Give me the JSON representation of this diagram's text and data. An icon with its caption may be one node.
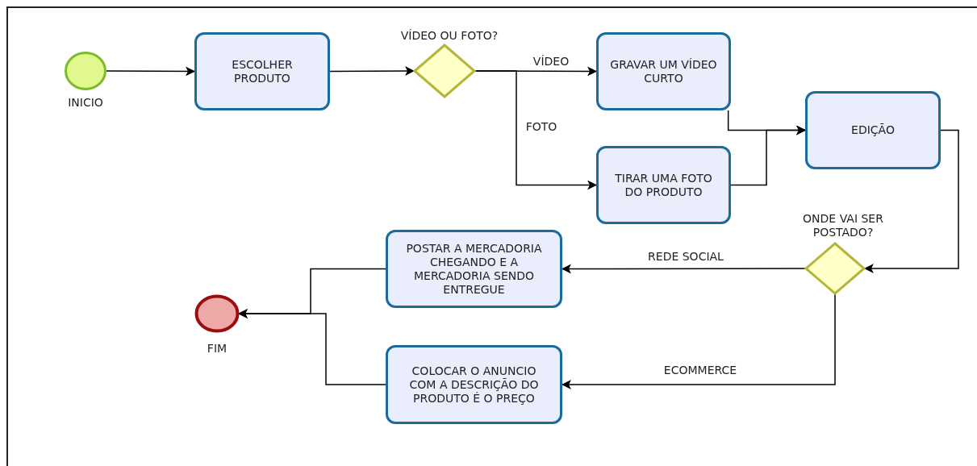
{
  "diagram": {
    "nodes": [
      {
        "text": [],
        "shape": "circle",
        "beside": [
          "INICIO"
        ]
      },
      {
        "text": [
          "ESCOLHER PRODUTO"
        ]
      },
      {
        "text": [],
        "shape": "diamond",
        "beside": [
          "VÍDEO OU FOTO?"
        ]
      },
      {
        "text": [
          "GRAVAR UM VÍDEO CURTO"
        ]
      },
      {
        "text": [
          "TIRAR UMA FOTO DO PRODUTO"
        ]
      },
      {
        "text": [
          "EDIÇÃO"
        ]
      },
      {
        "text": [],
        "shape": "diamond",
        "beside": [
          "ONDE VAI SER POSTADO?"
        ]
      },
      {
        "text": [
          "POSTAR A MERCADORIA CHEGANDO E A MERCADORIA SENDO ENTREGUE"
        ]
      },
      {
        "text": [
          "COLOCAR O ANUNCIO COM A DESCRIÇÃO DO PRODUTO É O PREÇO"
        ]
      },
      {
        "text": [],
        "shape": "circle",
        "beside": [
          "FIM"
        ]
      }
    ],
    "edges": [
      {
        "from": 0,
        "to": 1,
        "arrow": "to"
      },
      {
        "from": 1,
        "to": 2,
        "arrow": "to"
      },
      {
        "from": 2,
        "to": 3,
        "arrow": "to",
        "label": "VÍDEO"
      },
      {
        "from": 2,
        "to": 4,
        "arrow": "to",
        "label": "FOTO"
      },
      {
        "from": 3,
        "to": 5,
        "arrow": "to"
      },
      {
        "from": 4,
        "to": 5,
        "arrow": "to"
      },
      {
        "from": 5,
        "to": 6,
        "arrow": "to"
      },
      {
        "from": 6,
        "to": 7,
        "arrow": "to",
        "label": "REDE SOCIAL"
      },
      {
        "from": 6,
        "to": 8,
        "arrow": "to",
        "label": "ECOMMERCE"
      },
      {
        "from": 7,
        "to": 9,
        "arrow": "to"
      },
      {
        "from": 8,
        "to": 9,
        "arrow": "to"
      }
    ]
  }
}
